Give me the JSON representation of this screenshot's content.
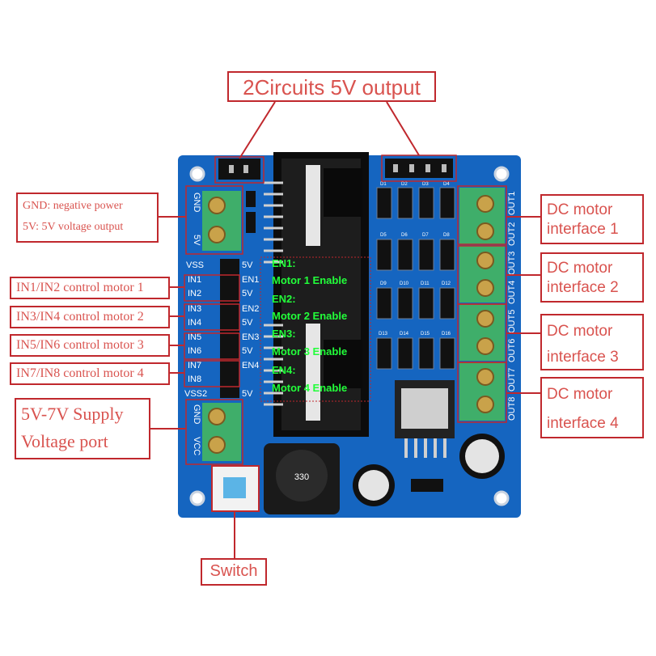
{
  "callouts": {
    "output_5v": "2Circuits 5V output",
    "gnd_line": "GND: negative power",
    "v5_line": "5V: 5V voltage output",
    "in12": "IN1/IN2 control motor 1",
    "in34": "IN3/IN4 control motor 2",
    "in56": "IN5/IN6 control motor 3",
    "in78": "IN7/IN8 control motor 4",
    "supply_line1": "5V-7V Supply",
    "supply_line2": "Voltage port",
    "switch": "Switch",
    "motor1_line1": "DC motor",
    "motor1_line2": "interface 1",
    "motor2_line1": "DC motor",
    "motor2_line2": "interface 2",
    "motor3_line1": "DC motor",
    "motor3_line2": "interface 3",
    "motor4_line1": "DC motor",
    "motor4_line2": "interface 4"
  },
  "board": {
    "en_labels": [
      {
        "label": "EN1:",
        "desc": "Motor 1 Enable"
      },
      {
        "label": "EN2:",
        "desc": "Motor 2 Enable"
      },
      {
        "label": "EN3:",
        "desc": "Motor 3 Enable"
      },
      {
        "label": "EN4:",
        "desc": "Motor 4 Enable"
      }
    ],
    "left_pins": [
      "VSS",
      "IN1",
      "IN2",
      "IN3",
      "IN4",
      "IN5",
      "IN6",
      "IN7",
      "IN8",
      "VSS2"
    ],
    "mid_pins": [
      "5V",
      "EN1",
      "5V",
      "EN2",
      "5V",
      "EN3",
      "5V",
      "EN4",
      "5V"
    ],
    "out_labels": [
      "OUT1",
      "OUT2",
      "OUT3",
      "OUT4",
      "OUT5",
      "OUT6",
      "OUT7",
      "OUT8"
    ],
    "top_terminal_labels": [
      "GND",
      "5V"
    ],
    "bottom_terminal_labels": [
      "GND",
      "VCC"
    ],
    "inductor_marking": "330",
    "diode_marks": [
      "D1",
      "D2",
      "D3",
      "D4",
      "D5",
      "D6",
      "D7",
      "D8",
      "D9",
      "D10",
      "D11",
      "D12",
      "D13",
      "D14",
      "D15",
      "D16"
    ]
  },
  "colors": {
    "pcb": "#1565c0",
    "callout_border": "#c0282d",
    "callout_text": "#d9534f",
    "terminal_green": "#3fae6a",
    "enable_text": "#22ff3a"
  }
}
